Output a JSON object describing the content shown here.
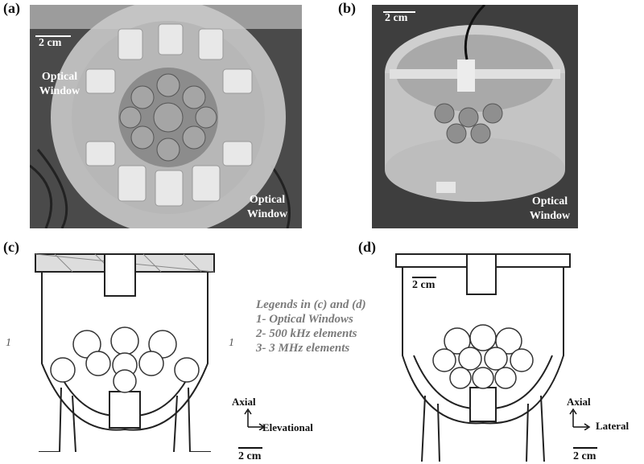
{
  "panels": {
    "a": {
      "label": "(a)",
      "scale": "2 cm",
      "callout_left": "Optical Window",
      "callout_right": "Optical Window"
    },
    "b": {
      "label": "(b)",
      "scale": "2 cm",
      "callout": "Optical Window"
    },
    "c": {
      "label": "(c)",
      "axis_up": "Axial",
      "axis_right": "Elevational",
      "scale": "2 cm",
      "side_left": "1",
      "side_right": "1"
    },
    "d": {
      "label": "(d)",
      "axis_up": "Axial",
      "axis_right": "Lateral",
      "scale_top": "2 cm",
      "scale_bottom": "2 cm"
    }
  },
  "legend": {
    "title": "Legends in (c) and (d)",
    "items": [
      "1- Optical Windows",
      "2- 500 kHz elements",
      "3- 3 MHz elements"
    ]
  },
  "colors": {
    "photo_bg": "#5a5a5a",
    "drawing_line": "#222222",
    "legend_text": "#7a7a7a"
  }
}
